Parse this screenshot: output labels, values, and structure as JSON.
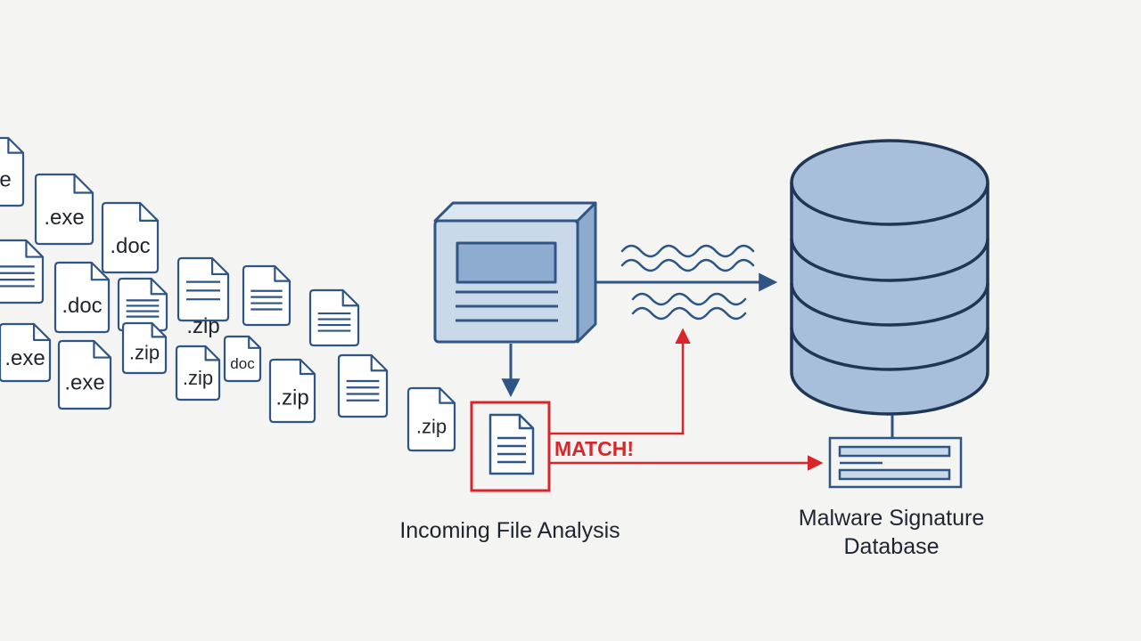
{
  "colors": {
    "background": "#f4f4f3",
    "stroke": "#2f5584",
    "fill": "#a7bfda",
    "fill_light": "#dde7f2",
    "alert": "#d9262a",
    "text": "#1e2530"
  },
  "files": [
    {
      "label": "xe",
      "icon": "file-icon"
    },
    {
      "label": ".exe",
      "icon": "file-icon"
    },
    {
      "label": ".doc",
      "icon": "file-icon"
    },
    {
      "label": "",
      "icon": "document-lines-icon"
    },
    {
      "label": ".doc",
      "icon": "file-icon"
    },
    {
      "label": "",
      "icon": "document-lines-icon"
    },
    {
      "label": ".zip",
      "icon": "document-lines-icon"
    },
    {
      "label": "",
      "icon": "document-lines-icon"
    },
    {
      "label": "",
      "icon": "document-lines-icon"
    },
    {
      "label": ".exe",
      "icon": "file-icon"
    },
    {
      "label": ".exe",
      "icon": "file-icon"
    },
    {
      "label": ".zip",
      "icon": "file-icon"
    },
    {
      "label": ".zip",
      "icon": "file-icon"
    },
    {
      "label": "doc",
      "icon": "file-icon"
    },
    {
      "label": ".zip",
      "icon": "file-icon"
    },
    {
      "label": "",
      "icon": "document-lines-icon"
    },
    {
      "label": ".zip",
      "icon": "file-icon"
    }
  ],
  "scanner": {
    "icon": "scanner-box-icon"
  },
  "match": {
    "label": "MATCH!",
    "icon": "document-lines-icon"
  },
  "database": {
    "icon": "database-icon"
  },
  "record": {
    "icon": "signature-record-icon"
  },
  "labels": {
    "analysis": "Incoming File Analysis",
    "database": "Malware Signature\nDatabase"
  }
}
